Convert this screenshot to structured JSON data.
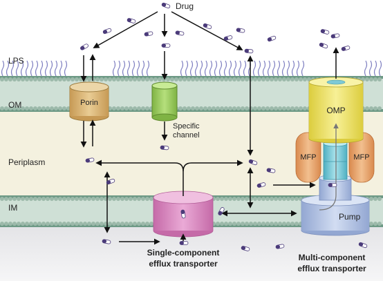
{
  "labels": {
    "drug": "Drug",
    "lps": "LPS",
    "om": "OM",
    "periplasm": "Periplasm",
    "im": "IM",
    "porin": "Porin",
    "specific_line1": "Specific",
    "specific_line2": "channel",
    "omp": "OMP",
    "mfp_left": "MFP",
    "mfp_right": "MFP",
    "pump": "Pump",
    "single_line1": "Single-component",
    "single_line2": "efflux transporter",
    "multi_line1": "Multi-component",
    "multi_line2": "efflux transporter"
  },
  "colors": {
    "membrane": "#9cb9aa",
    "membrane_dark": "#6e9a86",
    "periplasm": "#f4f1df",
    "cytoplasm": "#e8e8ea",
    "porin": "#dcb97a",
    "specific_channel": "#9fcf63",
    "single_transporter": "#d98fc1",
    "omp": "#f3e96d",
    "mfp": "#e7a56a",
    "pump": "#b9c8e6",
    "channel": "#7ec9d6",
    "drug_dark": "#4b3b7a",
    "drug_light": "#ffffff"
  }
}
